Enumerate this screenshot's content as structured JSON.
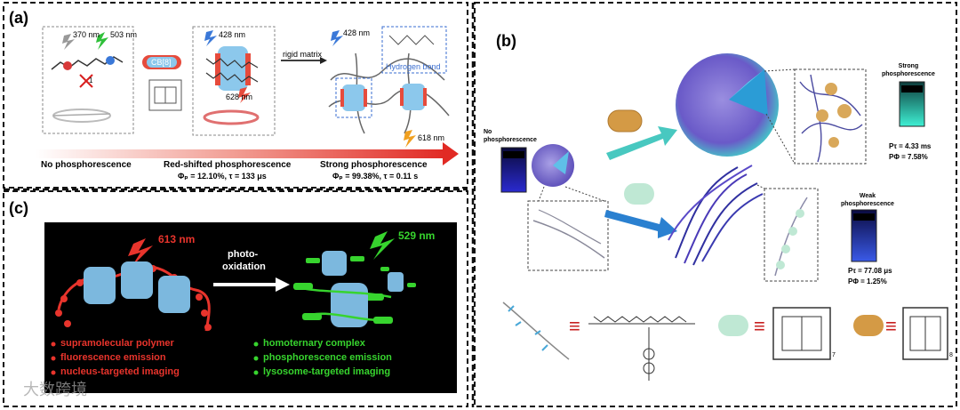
{
  "panel_a": {
    "label": "(a)",
    "wavelength_uv": "370 nm",
    "wavelength_green": "503 nm",
    "compound_number": "1",
    "host": "CB[8]",
    "wavelength_blue": "428 nm",
    "wavelength_red": "628 nm",
    "arrow_label": "rigid matrix",
    "wavelength_blue_2": "428 nm",
    "hydrogen_bond": "Hydrogen bond",
    "wavelength_orange": "618 nm",
    "stage_1": "No phosphorescence",
    "stage_2": "Red-shifted phosphorescence",
    "stage_2_values": "Φₚ = 12.10%, τ = 133 μs",
    "stage_3": "Strong phosphorescence",
    "stage_3_values": "Φₚ = 99.38%, τ = 0.11 s"
  },
  "panel_b": {
    "label": "(b)",
    "no_phos": "No\nphosphorescence",
    "strong_title": "Strong\nphosphorescence",
    "strong_tau": "Pτ = 4.33 ms",
    "strong_phi": "PΦ = 7.58%",
    "weak_title": "Weak\nphosphorescence",
    "weak_tau": "Pτ = 77.08 μs",
    "weak_phi": "PΦ = 1.25%",
    "equiv": "≡",
    "sub7": "7",
    "sub8": "8"
  },
  "panel_c": {
    "label": "(c)",
    "red_wavelength": "613 nm",
    "green_wavelength": "529 nm",
    "arrow_label_1": "photo-",
    "arrow_label_2": "oxidation",
    "red_list": [
      "supramolecular polymer",
      "fluorescence emission",
      "nucleus-targeted imaging"
    ],
    "green_list": [
      "homoternary complex",
      "phosphorescence emission",
      "lysosome-targeted imaging"
    ]
  },
  "watermark": "大数跨境",
  "colors": {
    "red": "#e8342c",
    "green": "#37d42e",
    "blue_ring": "#6fb8e6",
    "teal": "#48c8c0",
    "orange": "#f0a020"
  }
}
